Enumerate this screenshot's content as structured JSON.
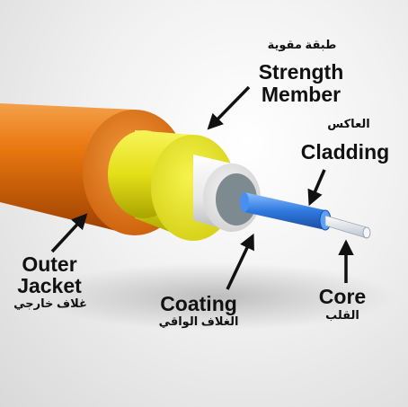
{
  "labels": {
    "strength_member": {
      "ar": "طبقة مقوية",
      "en_line1": "Strength",
      "en_line2": "Member"
    },
    "cladding": {
      "ar": "العاكس",
      "en": "Cladding"
    },
    "outer_jacket": {
      "en_line1": "Outer",
      "en_line2": "Jacket",
      "ar": "غلاف خارجي"
    },
    "coating": {
      "en": "Coating",
      "ar": "الغلاف الواقي"
    },
    "core": {
      "en": "Core",
      "ar": "القلب"
    }
  },
  "colors": {
    "outer_jacket": "#e26d0c",
    "strength_member": "#e4e21c",
    "coating": "#e8e8e8",
    "buffer": "#7d8a90",
    "cladding": "#2f78e0",
    "core": "#dde4ec",
    "arrow": "#111111"
  }
}
